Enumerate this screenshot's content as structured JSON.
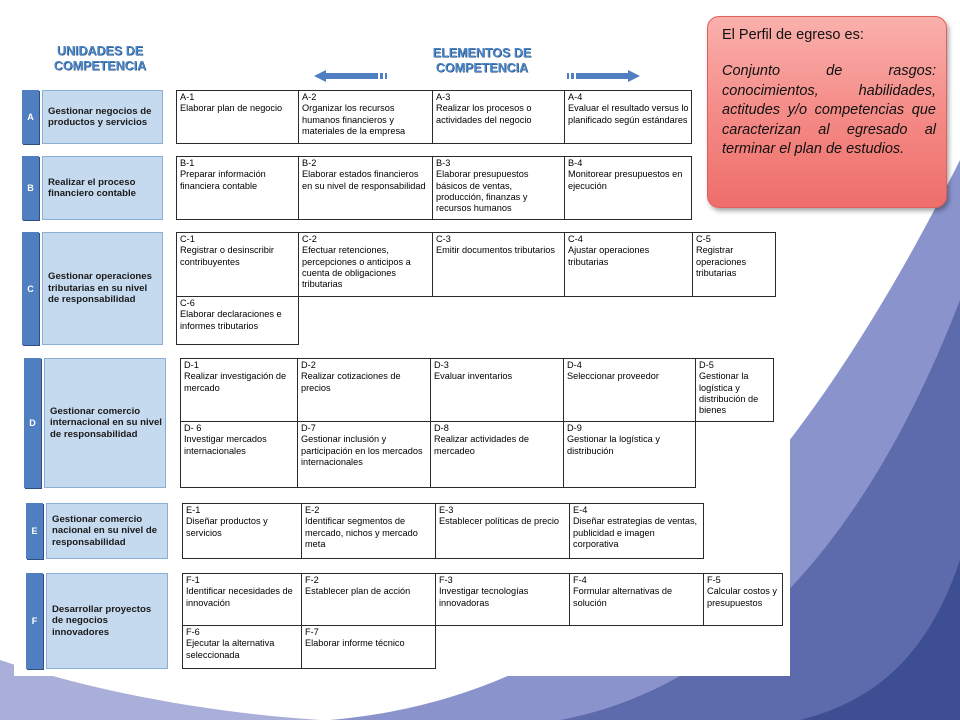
{
  "slide": {
    "colors": {
      "accent_blue": "#4f7fc0",
      "unit_fill": "#c5d9ef",
      "note_fill": "#f48884",
      "deco_navy": "#3d4e92",
      "deco_periwinkle": "#8b93cc"
    }
  },
  "header": {
    "units_line1": "UNIDADES DE",
    "units_line2": "COMPETENCIA",
    "elements_line1": "ELEMENTOS DE",
    "elements_line2": "COMPETENCIA",
    "left_arrow_icon": "arrow-left-icon",
    "right_arrow_icon": "arrow-right-icon"
  },
  "units": [
    {
      "letter": "A",
      "title": "Gestionar negocios de productos y servicios",
      "elements": [
        {
          "code": "A-1",
          "text": "Elaborar plan de negocio"
        },
        {
          "code": "A-2",
          "text": "Organizar los recursos humanos financieros y materiales de la empresa"
        },
        {
          "code": "A-3",
          "text": "Realizar los procesos o actividades del negocio"
        },
        {
          "code": "A-4",
          "text": "Evaluar el resultado versus lo planificado según estándares"
        }
      ]
    },
    {
      "letter": "B",
      "title": "Realizar el proceso financiero contable",
      "elements": [
        {
          "code": "B-1",
          "text": "Preparar información financiera contable"
        },
        {
          "code": "B-2",
          "text": "Elaborar estados financieros en su nivel de responsabilidad"
        },
        {
          "code": "B-3",
          "text": "Elaborar presupuestos básicos de ventas, producción, finanzas y recursos humanos"
        },
        {
          "code": "B-4",
          "text": "Monitorear presupuestos en ejecución"
        }
      ]
    },
    {
      "letter": "C",
      "title": "Gestionar operaciones tributarias en su nivel de responsabilidad",
      "elements": [
        {
          "code": "C-1",
          "text": "Registrar o desinscribir contribuyentes"
        },
        {
          "code": "C-2",
          "text": "Efectuar retenciones, percepciones o anticipos a cuenta de obligaciones tributarias"
        },
        {
          "code": "C-3",
          "text": "Emitir documentos tributarios"
        },
        {
          "code": "C-4",
          "text": "Ajustar operaciones tributarias"
        },
        {
          "code": "C-5",
          "text": "Registrar operaciones tributarias"
        },
        {
          "code": "C-6",
          "text": "Elaborar declaraciones e informes tributarios"
        }
      ]
    },
    {
      "letter": "D",
      "title": "Gestionar comercio internacional en su nivel de responsabilidad",
      "elements": [
        {
          "code": "D-1",
          "text": "Realizar investigación de mercado"
        },
        {
          "code": "D-2",
          "text": "Realizar cotizaciones de precios"
        },
        {
          "code": "D-3",
          "text": "Evaluar inventarios"
        },
        {
          "code": "D-4",
          "text": "Seleccionar proveedor"
        },
        {
          "code": "D-5",
          "text": "Gestionar la logística y distribución de bienes"
        },
        {
          "code": "D- 6",
          "text": "Investigar mercados internacionales"
        },
        {
          "code": "D-7",
          "text": "Gestionar inclusión y participación en los mercados internacionales"
        },
        {
          "code": "D-8",
          "text": "Realizar actividades de mercadeo"
        },
        {
          "code": "D-9",
          "text": "Gestionar la logística y distribución"
        }
      ]
    },
    {
      "letter": "E",
      "title": "Gestionar comercio nacional en su nivel de responsabilidad",
      "elements": [
        {
          "code": "E-1",
          "text": "Diseñar productos y servicios"
        },
        {
          "code": "E-2",
          "text": "Identificar segmentos de mercado, nichos y mercado meta"
        },
        {
          "code": "E-3",
          "text": "Establecer políticas de precio"
        },
        {
          "code": "E-4",
          "text": "Diseñar estrategias de ventas, publicidad e imagen corporativa"
        }
      ]
    },
    {
      "letter": "F",
      "title": "Desarrollar proyectos de negocios innovadores",
      "elements": [
        {
          "code": "F-1",
          "text": "Identificar necesidades de innovación"
        },
        {
          "code": "F-2",
          "text": "Establecer plan de acción"
        },
        {
          "code": "F-3",
          "text": "Investigar tecnologías innovadoras"
        },
        {
          "code": "F-4",
          "text": "Formular alternativas de solución"
        },
        {
          "code": "F-5",
          "text": "Calcular costos y presupuestos"
        },
        {
          "code": "F-6",
          "text": "Ejecutar la alternativa seleccionada"
        },
        {
          "code": "F-7",
          "text": "Elaborar informe técnico"
        }
      ]
    }
  ],
  "note": {
    "title": "El Perfil de egreso es:",
    "body": "Conjunto de rasgos: conocimientos, habilidades, actitudes y/o competencias que caracterizan al egresado al terminar el plan de estudios."
  }
}
